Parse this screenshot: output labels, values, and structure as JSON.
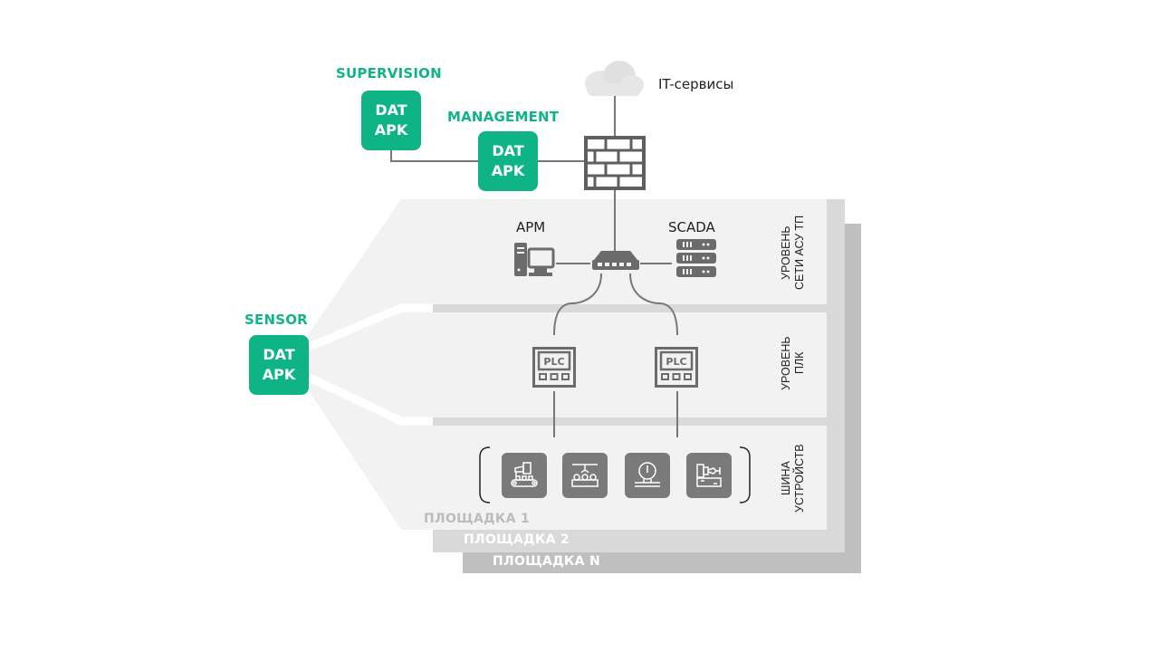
{
  "colors": {
    "accent_green": "#0fb486",
    "panel_1": "#f2f2f2",
    "panel_2": "#d9d9d9",
    "panel_n": "#bfbfbf",
    "icon_gray": "#6b6b6b",
    "tile_gray": "#7a7a7a",
    "cloud_gray": "#e3e3e3"
  },
  "nodes": {
    "supervision": {
      "title": "SUPERVISION",
      "line1": "DAT",
      "line2": "APK"
    },
    "management": {
      "title": "MANAGEMENT",
      "line1": "DAT",
      "line2": "APK"
    },
    "sensor": {
      "title": "SENSOR",
      "line1": "DAT",
      "line2": "APK"
    }
  },
  "it_services": {
    "label": "IT-сервисы",
    "icon": "cloud-icon"
  },
  "firewall": {
    "icon": "firewall-icon"
  },
  "network_level": {
    "workstation": {
      "label": "АРМ",
      "icon": "workstation-icon"
    },
    "scada": {
      "label": "SCADA",
      "icon": "server-rack-icon"
    },
    "switch": {
      "icon": "network-switch-icon"
    }
  },
  "plc_level": {
    "controllers": [
      {
        "label": "PLC",
        "icon": "plc-icon"
      },
      {
        "label": "PLC",
        "icon": "plc-icon"
      }
    ]
  },
  "device_bus": {
    "devices": [
      {
        "icon": "robot-conveyor-icon"
      },
      {
        "icon": "bottling-line-icon"
      },
      {
        "icon": "pressure-gauge-icon"
      },
      {
        "icon": "cnc-machine-icon"
      }
    ]
  },
  "levels": [
    {
      "line1": "УРОВЕНЬ",
      "line2": "СЕТИ АСУ ТП"
    },
    {
      "line1": "УРОВЕНЬ",
      "line2": "ПЛК"
    },
    {
      "line1": "ШИНА",
      "line2": "УСТРОЙСТВ"
    }
  ],
  "sites": [
    {
      "label": "ПЛОЩАДКА 1"
    },
    {
      "label": "ПЛОЩАДКА 2"
    },
    {
      "label": "ПЛОЩАДКА N"
    }
  ]
}
